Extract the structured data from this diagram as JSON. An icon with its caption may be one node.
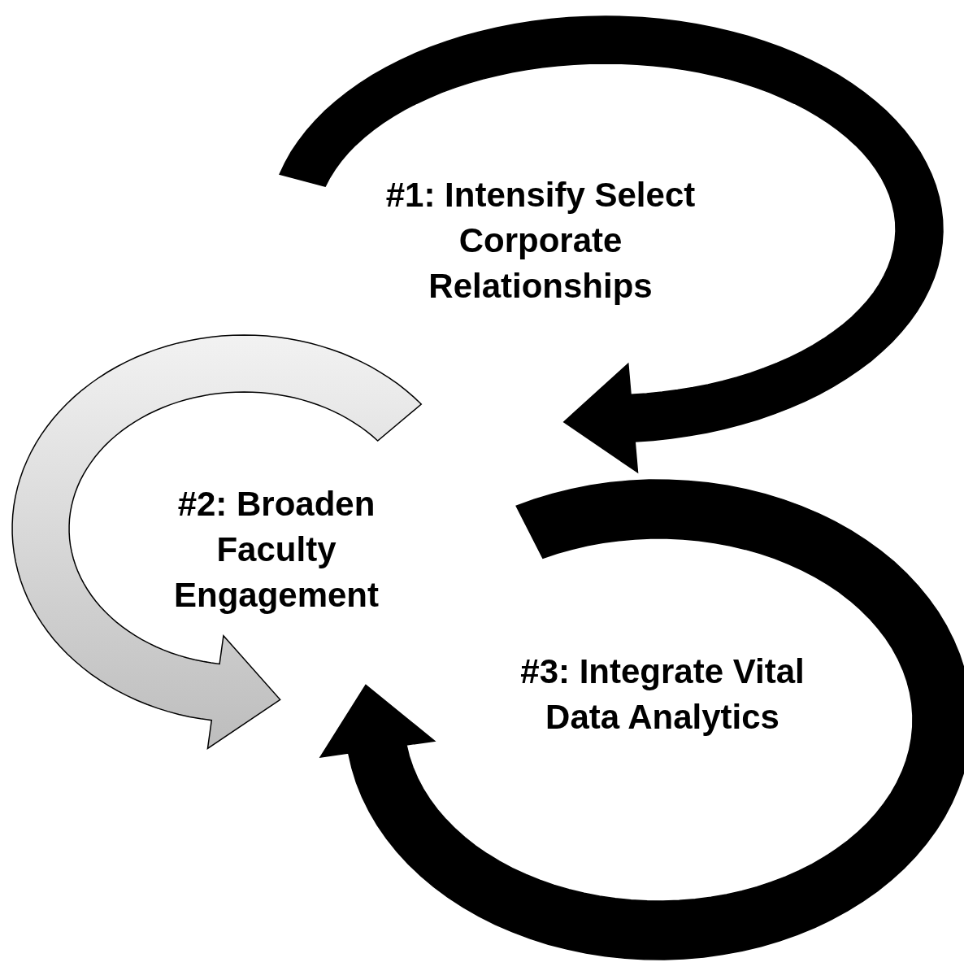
{
  "diagram": {
    "labels": [
      "#1: Intensify Select Corporate Relationships",
      "#2: Broaden Faculty Engagement",
      "#3: Integrate Vital Data Analytics"
    ]
  }
}
